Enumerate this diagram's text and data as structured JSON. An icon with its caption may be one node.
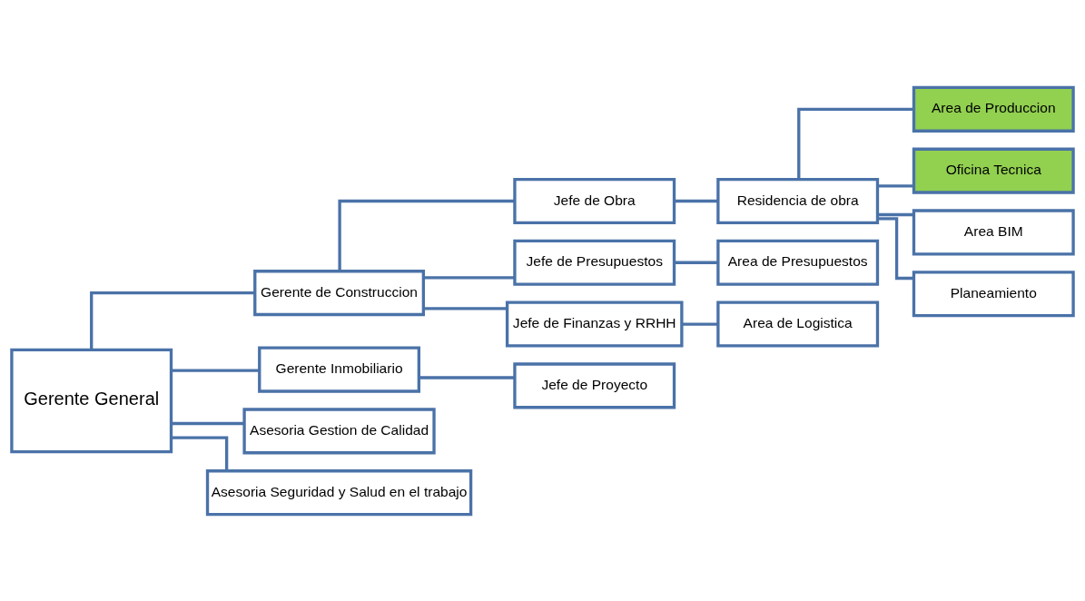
{
  "diagram": {
    "nodes": [
      {
        "text": [
          "Gerente General"
        ]
      },
      {
        "text": [
          "Gerente de Construccion"
        ]
      },
      {
        "text": [
          "Gerente Inmobiliario"
        ]
      },
      {
        "text": [
          "Asesoria Gestion de Calidad"
        ]
      },
      {
        "text": [
          "Asesoria Seguridad y Salud en el trabajo"
        ]
      },
      {
        "text": [
          "Jefe de Obra"
        ]
      },
      {
        "text": [
          "Jefe de Presupuestos"
        ]
      },
      {
        "text": [
          "Jefe de Finanzas y RRHH"
        ]
      },
      {
        "text": [
          "Jefe de Proyecto"
        ]
      },
      {
        "text": [
          "Residencia de obra"
        ]
      },
      {
        "text": [
          "Area de Presupuestos"
        ]
      },
      {
        "text": [
          "Area de Logistica"
        ]
      },
      {
        "text": [
          "Area de Produccion"
        ]
      },
      {
        "text": [
          "Oficina Tecnica"
        ]
      },
      {
        "text": [
          "Area BIM"
        ]
      },
      {
        "text": [
          "Planeamiento"
        ]
      }
    ],
    "edges": [
      {
        "from": 0,
        "to": 1,
        "arrow": "none"
      },
      {
        "from": 0,
        "to": 2,
        "arrow": "none"
      },
      {
        "from": 0,
        "to": 3,
        "arrow": "none"
      },
      {
        "from": 0,
        "to": 4,
        "arrow": "none"
      },
      {
        "from": 1,
        "to": 5,
        "arrow": "none"
      },
      {
        "from": 1,
        "to": 6,
        "arrow": "none"
      },
      {
        "from": 1,
        "to": 7,
        "arrow": "none"
      },
      {
        "from": 2,
        "to": 8,
        "arrow": "none"
      },
      {
        "from": 5,
        "to": 9,
        "arrow": "none"
      },
      {
        "from": 6,
        "to": 10,
        "arrow": "none"
      },
      {
        "from": 7,
        "to": 11,
        "arrow": "none"
      },
      {
        "from": 9,
        "to": 12,
        "arrow": "none"
      },
      {
        "from": 9,
        "to": 13,
        "arrow": "none"
      },
      {
        "from": 9,
        "to": 14,
        "arrow": "none"
      },
      {
        "from": 9,
        "to": 15,
        "arrow": "none"
      }
    ]
  }
}
